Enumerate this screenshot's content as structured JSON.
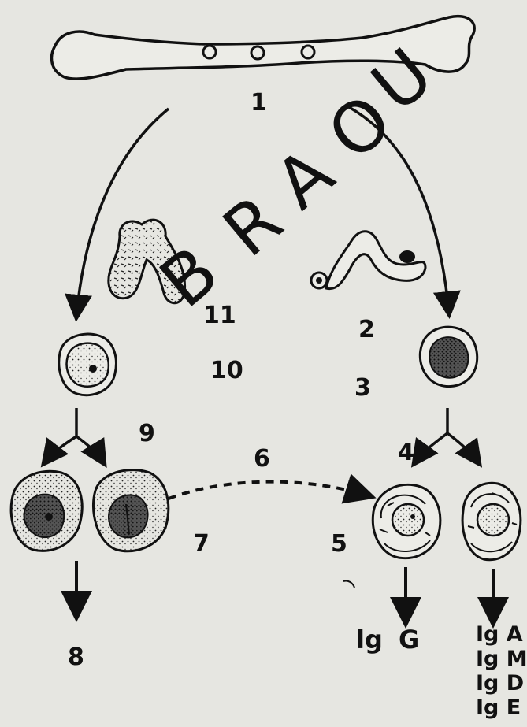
{
  "labels": {
    "n1": "1",
    "n2": "2",
    "n3": "3",
    "n4": "4",
    "n5": "5",
    "n6": "6",
    "n7": "7",
    "n8": "8",
    "n9": "9",
    "n10": "10",
    "n11": "11"
  },
  "products_left": {
    "ig": "lg",
    "cls": "G"
  },
  "products_right": [
    "Ig A",
    "Ig M",
    "Ig D",
    "Ig E"
  ],
  "watermark": [
    "B",
    "R",
    "A",
    "O",
    "U"
  ],
  "colors": {
    "ink": "#111111",
    "paper": "#e6e6e1",
    "stipple": "#222222"
  }
}
